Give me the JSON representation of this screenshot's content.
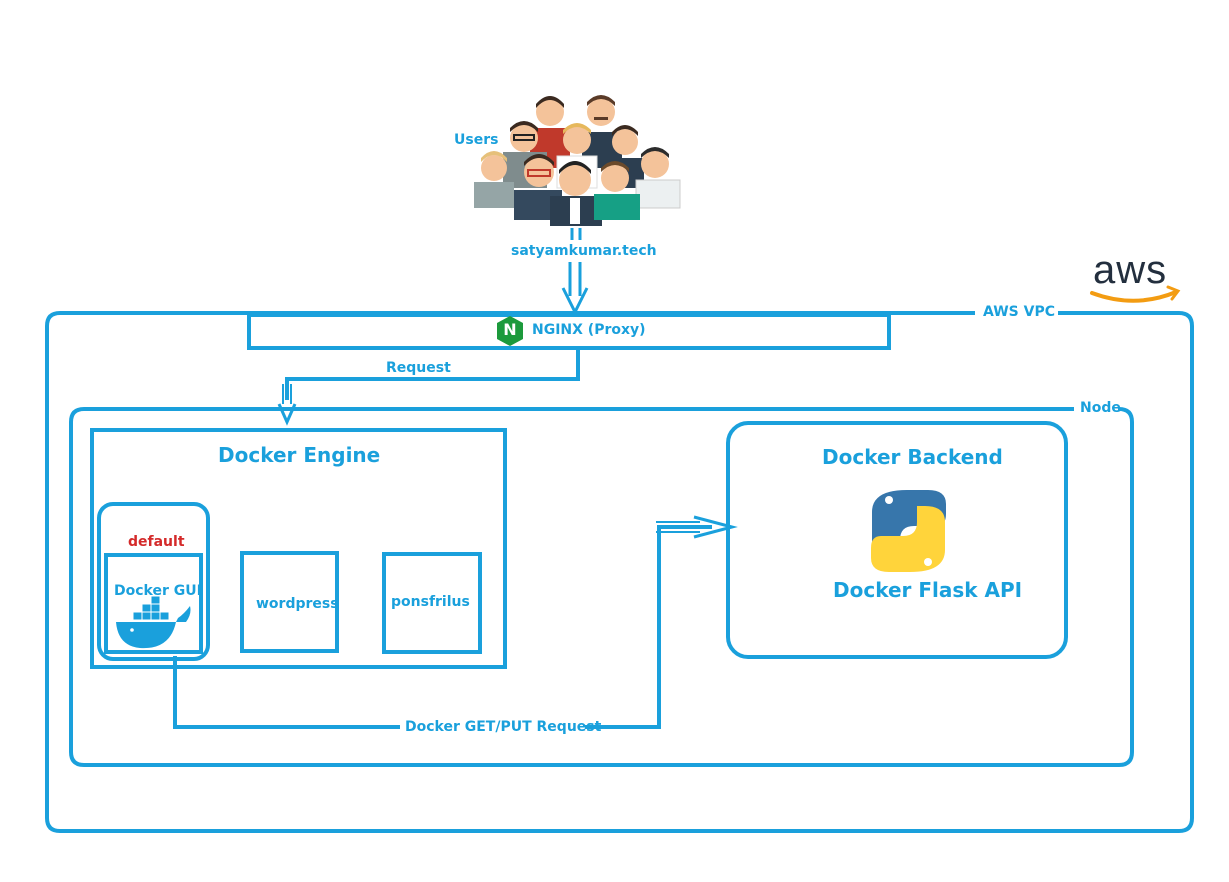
{
  "users": {
    "label": "Users"
  },
  "domain": {
    "label": "satyamkumar.tech"
  },
  "aws": {
    "logo_text": "aws",
    "vpc_label": "AWS VPC"
  },
  "nginx": {
    "label": "NGINX (Proxy)",
    "icon_letter": "N"
  },
  "request_label": "Request",
  "node_label": "Node",
  "docker_engine": {
    "title": "Docker Engine",
    "default_label": "default",
    "containers": [
      "Docker GUI",
      "wordpress",
      "ponsfrilus"
    ]
  },
  "docker_backend": {
    "title": "Docker Backend",
    "app_label": "Docker Flask API"
  },
  "link_label": "Docker GET/PUT Request",
  "colors": {
    "accent": "#1aa0dc",
    "default_red": "#d42a2a",
    "nginx_green": "#1c9a3c",
    "aws_orange": "#f39c12",
    "aws_text": "#232f3e"
  }
}
